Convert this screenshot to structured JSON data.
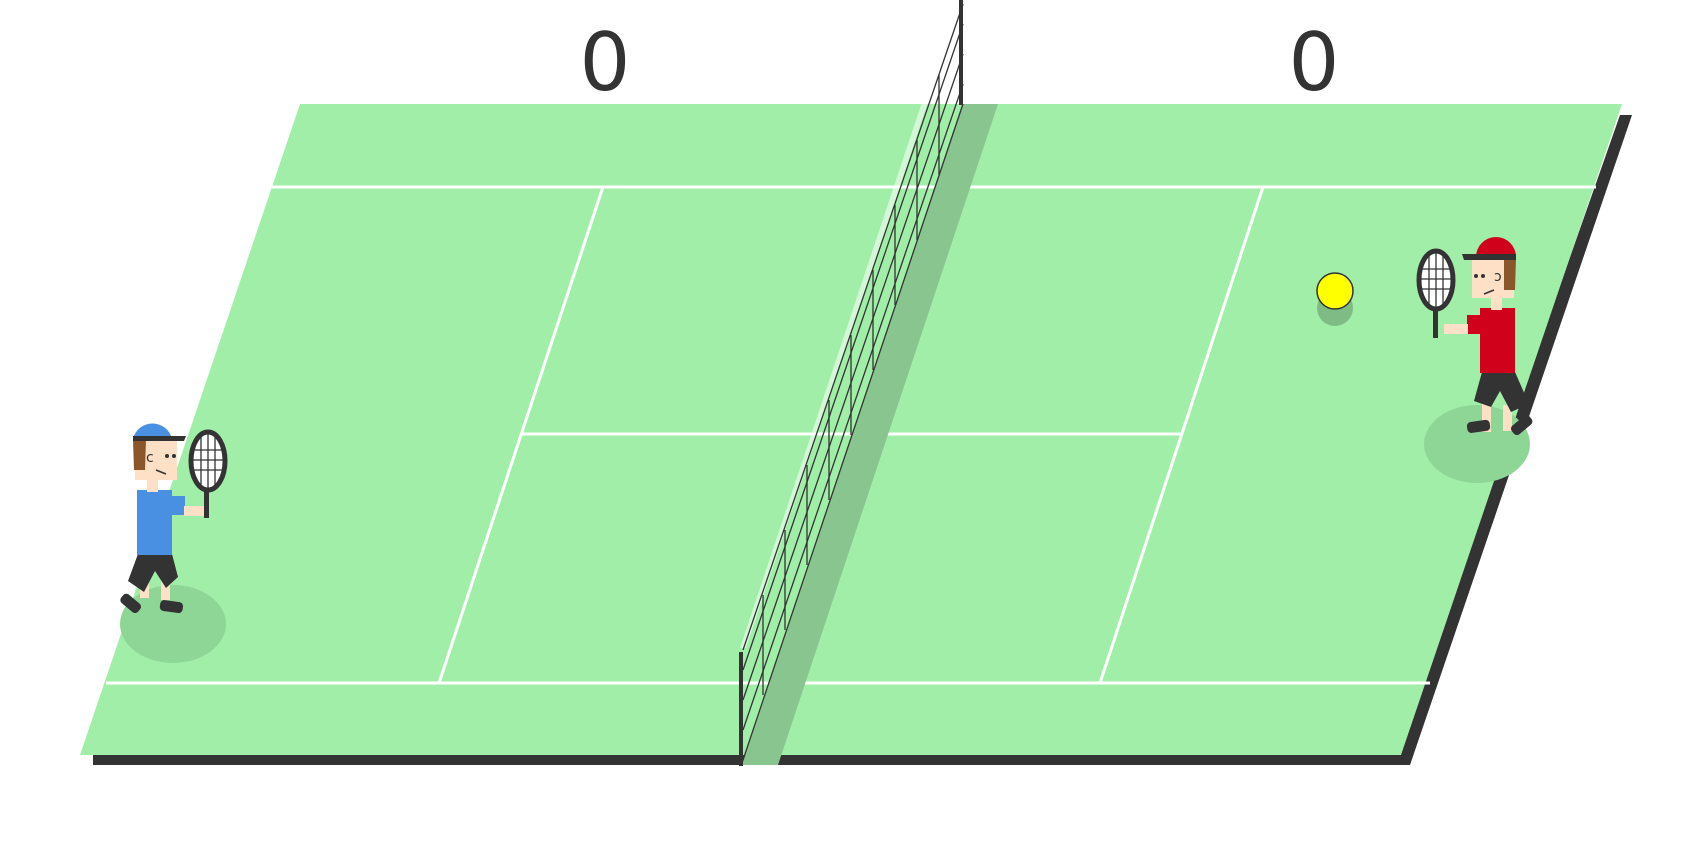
{
  "scoreboard": {
    "left_score": "0",
    "right_score": "0"
  },
  "players": {
    "left": {
      "cap_color": "#4a90e2",
      "shirt_color": "#4a90e2",
      "side": "left"
    },
    "right": {
      "cap_color": "#d0021b",
      "shirt_color": "#d0021b",
      "side": "right"
    }
  },
  "ball": {
    "color": "#ffff00"
  },
  "colors": {
    "court": "#a1eea9",
    "court_edge": "#333333",
    "lines": "#ffffff",
    "net_shadow": "#89c58f",
    "player_shadow": "#8ed696"
  }
}
